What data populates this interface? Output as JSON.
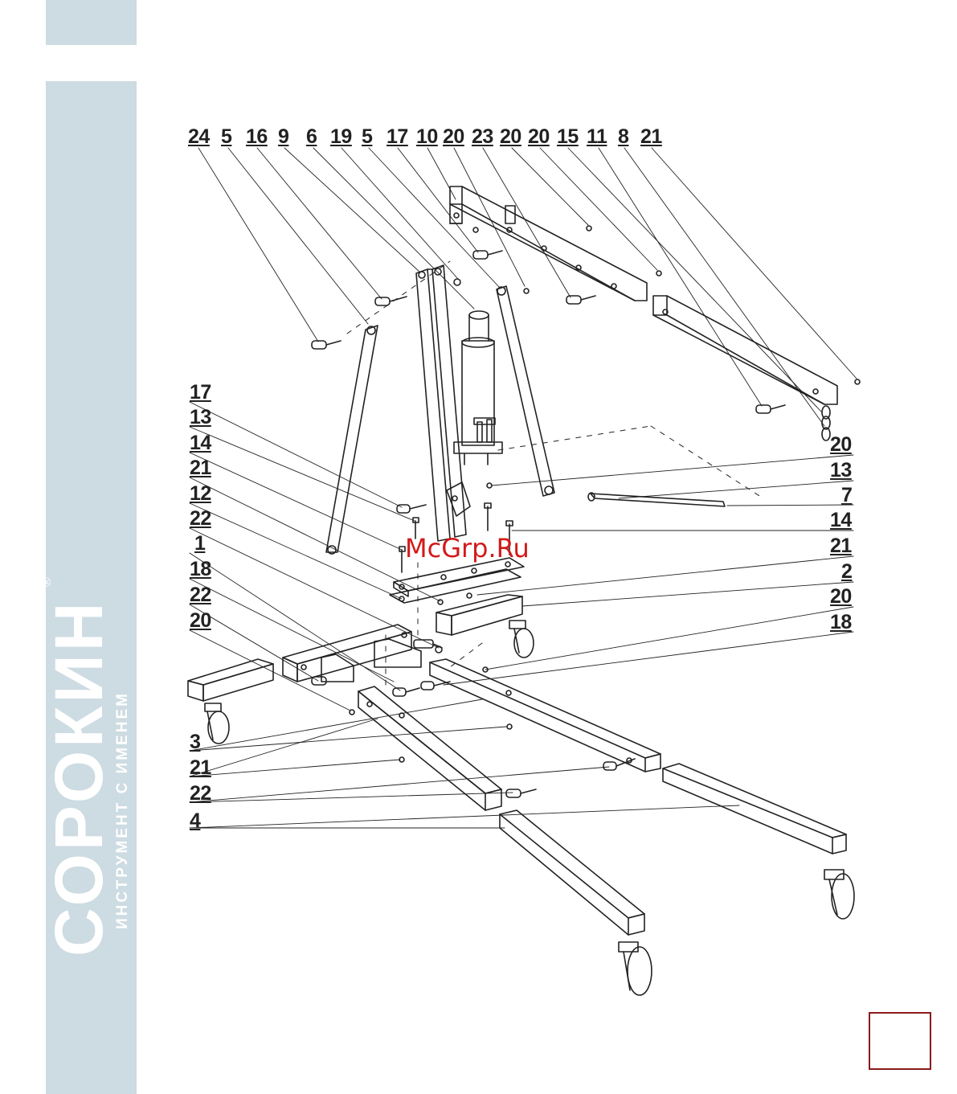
{
  "brand": {
    "name": "СОРОКИН",
    "tagline": "ИНСТРУМЕНТ С ИМЕНЕМ",
    "reg_mark": "®"
  },
  "watermark": "McGrp.Ru",
  "callouts": {
    "top": [
      "24",
      "5",
      "16",
      "9",
      "6",
      "19",
      "5",
      "17",
      "10",
      "20",
      "23",
      "20",
      "20",
      "15",
      "11",
      "8",
      "21"
    ],
    "left": [
      "17",
      "13",
      "14",
      "21",
      "12",
      "22",
      "1",
      "18",
      "22",
      "20"
    ],
    "right": [
      "20",
      "13",
      "7",
      "14",
      "21",
      "2",
      "20",
      "18"
    ],
    "bottom": [
      "3",
      "21",
      "22",
      "4"
    ]
  },
  "page_number": ""
}
